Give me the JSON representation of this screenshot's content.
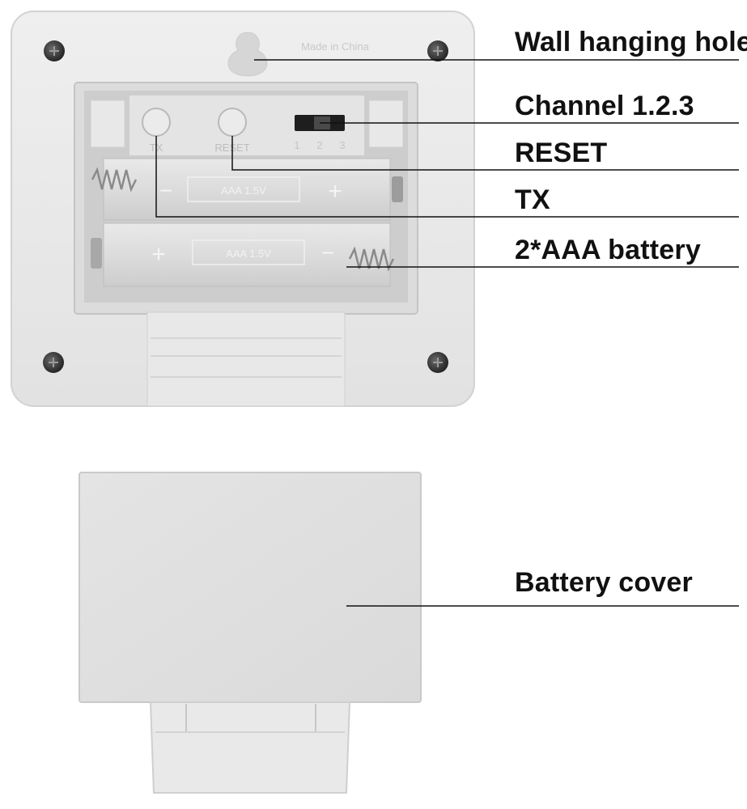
{
  "device": {
    "made_in": "Made in China",
    "button_labels": {
      "tx": "TX",
      "reset": "RESET"
    },
    "channel_numbers": [
      "1",
      "2",
      "3"
    ],
    "battery_cell_label": "AAA 1.5V",
    "battery_plus": "+",
    "battery_minus": "−"
  },
  "callouts": {
    "wall_hole": "Wall hanging hole",
    "channel": "Channel 1.2.3",
    "reset": "RESET",
    "tx": "TX",
    "battery": "2*AAA battery",
    "cover": "Battery cover"
  },
  "colors": {
    "housing": "#e6e6e6",
    "housing_edge": "#cfcfcf",
    "compartment": "#c9c9c9",
    "screw": "#3a3a3a",
    "line": "#111111"
  }
}
